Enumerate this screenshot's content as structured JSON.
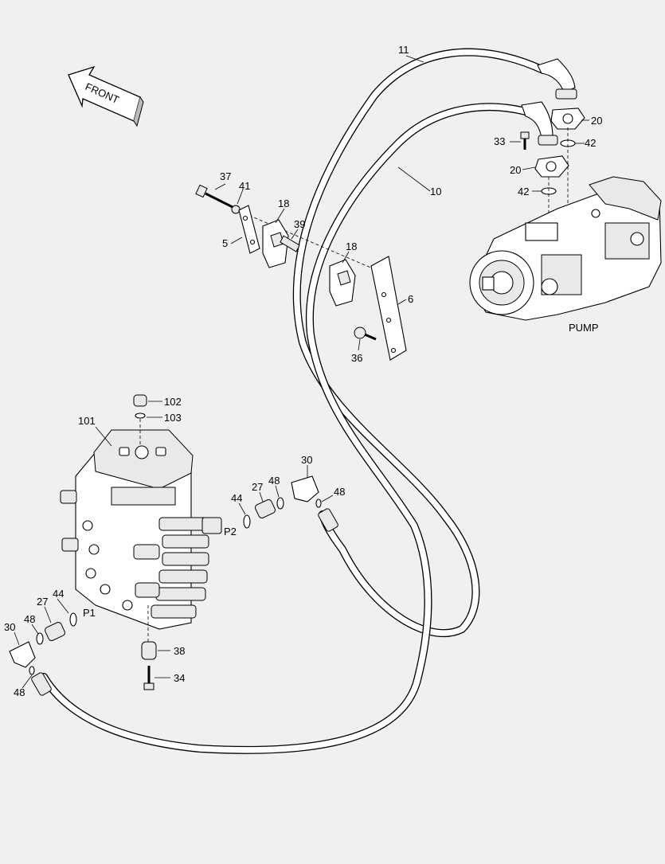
{
  "diagram": {
    "direction_label": "FRONT",
    "component_labels": {
      "pump": "PUMP",
      "port_p1": "P1",
      "port_p2": "P2"
    },
    "callouts": [
      {
        "id": "c11",
        "text": "11"
      },
      {
        "id": "c20a",
        "text": "20"
      },
      {
        "id": "c33",
        "text": "33"
      },
      {
        "id": "c42a",
        "text": "42"
      },
      {
        "id": "c20b",
        "text": "20"
      },
      {
        "id": "c42b",
        "text": "42"
      },
      {
        "id": "c10",
        "text": "10"
      },
      {
        "id": "c37",
        "text": "37"
      },
      {
        "id": "c41",
        "text": "41"
      },
      {
        "id": "c18a",
        "text": "18"
      },
      {
        "id": "c39",
        "text": "39"
      },
      {
        "id": "c5",
        "text": "5"
      },
      {
        "id": "c18b",
        "text": "18"
      },
      {
        "id": "c6",
        "text": "6"
      },
      {
        "id": "c36",
        "text": "36"
      },
      {
        "id": "c102",
        "text": "102"
      },
      {
        "id": "c103",
        "text": "103"
      },
      {
        "id": "c101",
        "text": "101"
      },
      {
        "id": "c30a",
        "text": "30"
      },
      {
        "id": "c48a",
        "text": "48"
      },
      {
        "id": "c27a",
        "text": "27"
      },
      {
        "id": "c44a",
        "text": "44"
      },
      {
        "id": "c48b",
        "text": "48"
      },
      {
        "id": "c44b",
        "text": "44"
      },
      {
        "id": "c27b",
        "text": "27"
      },
      {
        "id": "c48c",
        "text": "48"
      },
      {
        "id": "c30b",
        "text": "30"
      },
      {
        "id": "c48d",
        "text": "48"
      },
      {
        "id": "c38",
        "text": "38"
      },
      {
        "id": "c34",
        "text": "34"
      }
    ]
  }
}
